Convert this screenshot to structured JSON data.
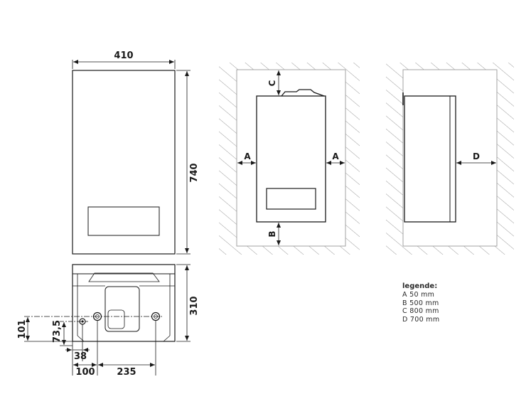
{
  "front_view": {
    "width_label": "410",
    "height_label": "740"
  },
  "bottom_view": {
    "depth_label": "310",
    "dim_101": "101",
    "dim_73_5": "73,5",
    "dim_38": "38",
    "dim_100": "100",
    "dim_235": "235"
  },
  "wall_front": {
    "side_left": "A",
    "side_right": "A",
    "top": "C",
    "bottom": "B"
  },
  "wall_side": {
    "front": "D"
  },
  "legend": {
    "title": "legende:",
    "items": [
      "A 50 mm",
      "B 500 mm",
      "C 800 mm",
      "D 700 mm"
    ]
  }
}
